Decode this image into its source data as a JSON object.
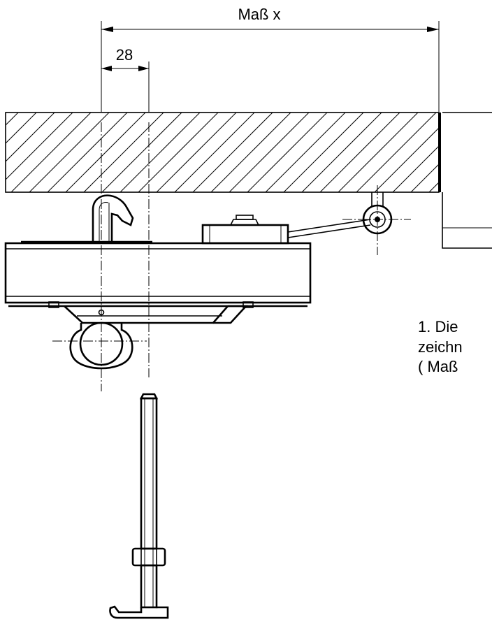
{
  "drawing": {
    "dimensions": {
      "overall_label": "Maß x",
      "offset_label": "28"
    },
    "note": {
      "line1": "1. Die",
      "line2": "zeichn",
      "line3": "( Maß"
    }
  }
}
